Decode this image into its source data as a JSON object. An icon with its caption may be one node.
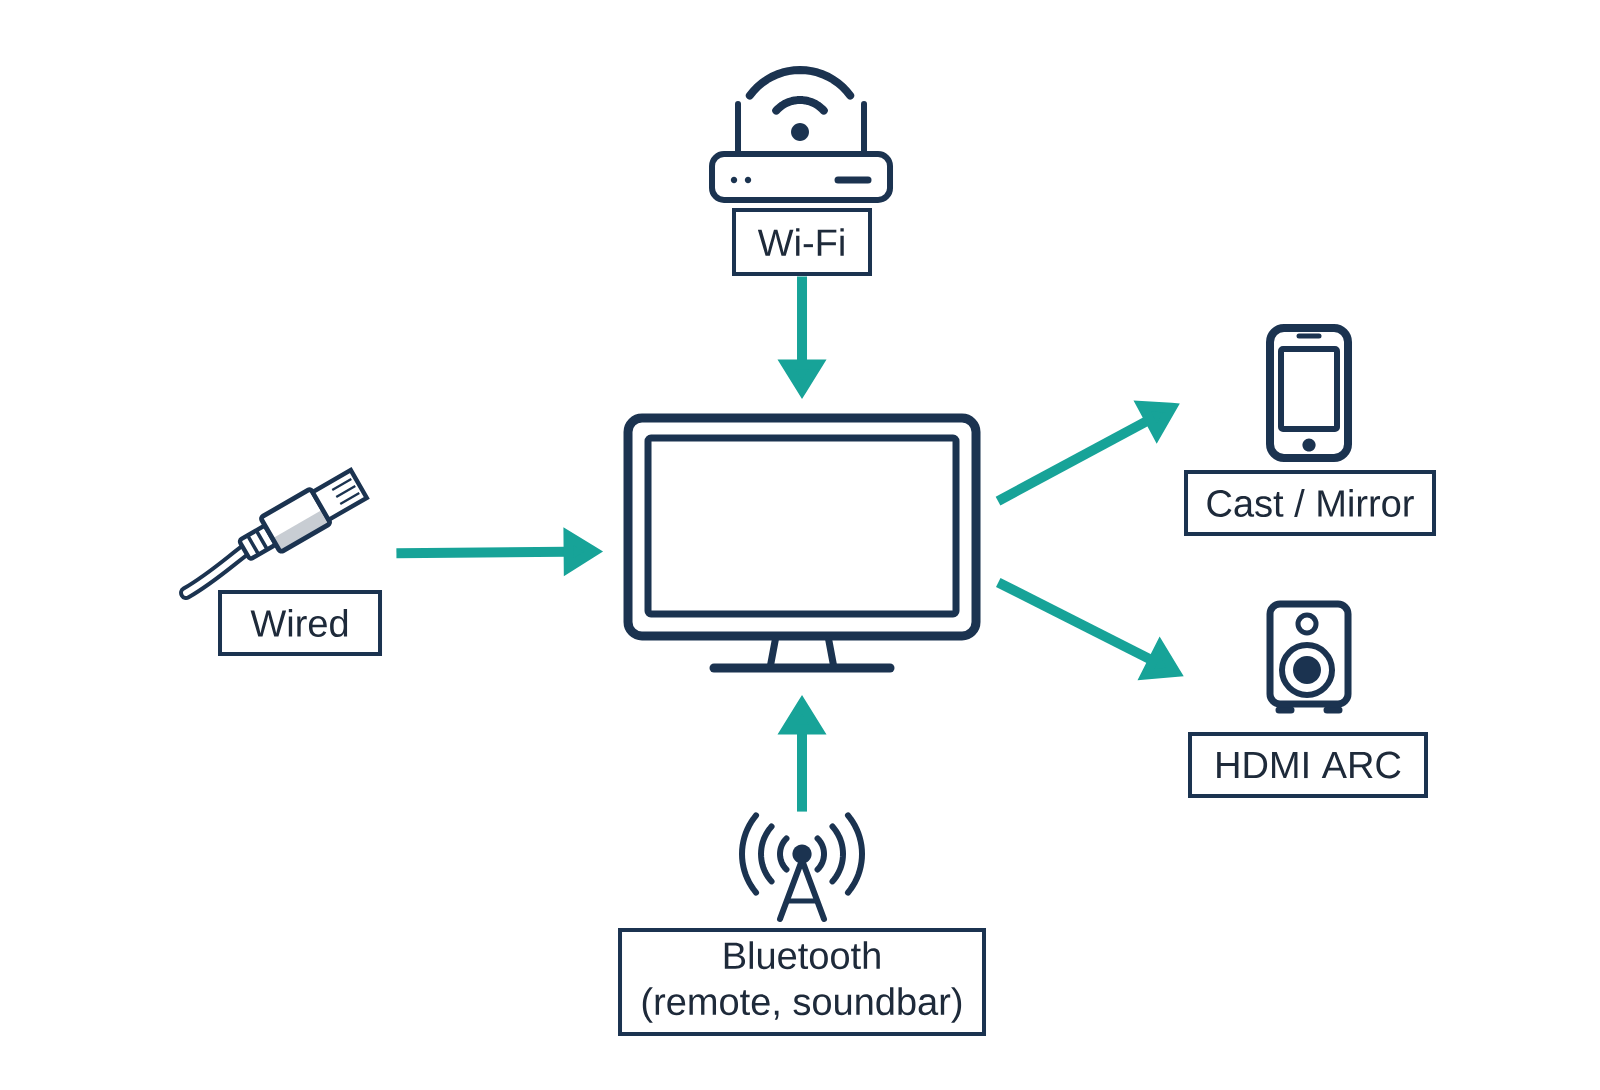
{
  "diagram": {
    "nodes": [
      {
        "text": [
          "Wi-Fi"
        ]
      },
      {
        "text": [
          "Wired"
        ]
      },
      {
        "text": [],
        "shape": "picture"
      },
      {
        "text": [
          "Cast / Mirror"
        ]
      },
      {
        "text": [
          "HDMI ARC"
        ]
      },
      {
        "text": [
          "Bluetooth",
          "(remote, soundbar)"
        ]
      }
    ],
    "edges": [
      {
        "from": 0,
        "to": 2,
        "arrow": "to"
      },
      {
        "from": 1,
        "to": 2,
        "arrow": "to"
      },
      {
        "from": 2,
        "to": 3,
        "arrow": "to"
      },
      {
        "from": 2,
        "to": 4,
        "arrow": "to"
      },
      {
        "from": 5,
        "to": 2,
        "arrow": "to"
      }
    ]
  }
}
